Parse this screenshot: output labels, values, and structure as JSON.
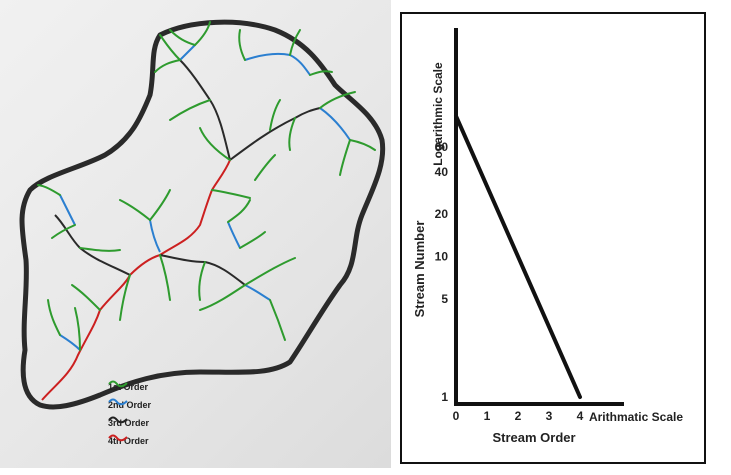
{
  "legend": {
    "items": [
      {
        "label": "1st Order",
        "color": "#2e9b2e"
      },
      {
        "label": "2nd Order",
        "color": "#2b7fd0"
      },
      {
        "label": "3rd Order",
        "color": "#222222"
      },
      {
        "label": "4th Order",
        "color": "#cc2020"
      }
    ]
  },
  "chart_data": {
    "type": "line",
    "x_label": "Stream Order",
    "y_label": "Stream Number",
    "x_scale_label": "Arithmatic Scale",
    "y_scale_label": "Logarithmic Scale",
    "x_ticks": [
      "0",
      "1",
      "2",
      "3",
      "4"
    ],
    "y_ticks": [
      "1",
      "5",
      "10",
      "20",
      "40",
      "60"
    ],
    "y_scale": "log",
    "x": [
      0,
      4
    ],
    "y": [
      100,
      1
    ]
  }
}
